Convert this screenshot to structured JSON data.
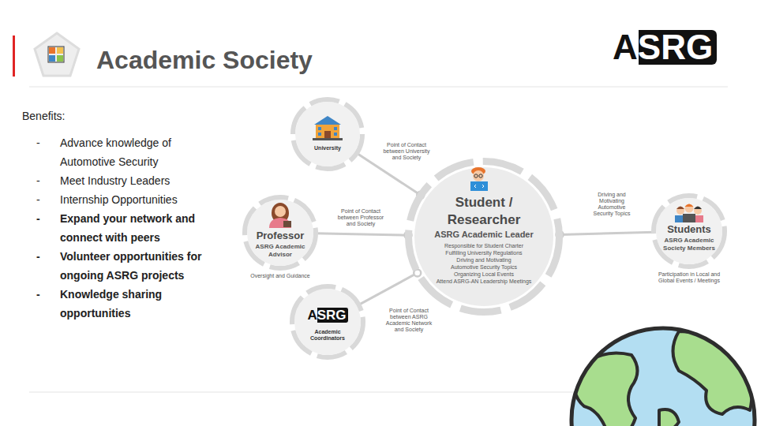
{
  "diagram": {
    "title": "Academic Society",
    "nodes": [
      {
        "text": [
          "University"
        ]
      },
      {
        "text": [
          "Professor",
          "ASRG Academic Advisor",
          "Oversight and Guidance"
        ]
      },
      {
        "text": [
          "Student / Researcher",
          "ASRG Academic Leader",
          "Responsible for Student Charter",
          "Fulfilling University Regulations",
          "Driving and Motivating Automotive Security Topics",
          "Organizing Local Events",
          "Attend ASRG-AN Leadership Meetings"
        ]
      },
      {
        "text": [
          "Students",
          "ASRG Academic Society Members",
          "Participation in Local and Global Events / Meetings"
        ]
      },
      {
        "text": [
          "ASRG",
          "Academic Coordinators"
        ]
      }
    ],
    "edges": [
      {
        "from": 0,
        "to": 2,
        "arrow": "none",
        "label": "Point of Contact between University and Society"
      },
      {
        "from": 1,
        "to": 2,
        "arrow": "none",
        "label": "Point of Contact between Professor and Society"
      },
      {
        "from": 4,
        "to": 2,
        "arrow": "none",
        "label": "Point of Contact between ASRG Academic Network and Society"
      },
      {
        "from": 2,
        "to": 3,
        "arrow": "none",
        "label": "Driving and Motivating Automotive Security Topics"
      }
    ],
    "labels": [
      "ASRG",
      "Benefits:",
      "-",
      "Advance knowledge of Automotive Security",
      "-",
      "Meet Industry Leaders",
      "-",
      "Internship Opportunities",
      "-",
      "Expand your network and connect with peers",
      "-",
      "Volunteer opportunities for ongoing ASRG projects",
      "-",
      "Knowledge sharing opportunities"
    ]
  }
}
